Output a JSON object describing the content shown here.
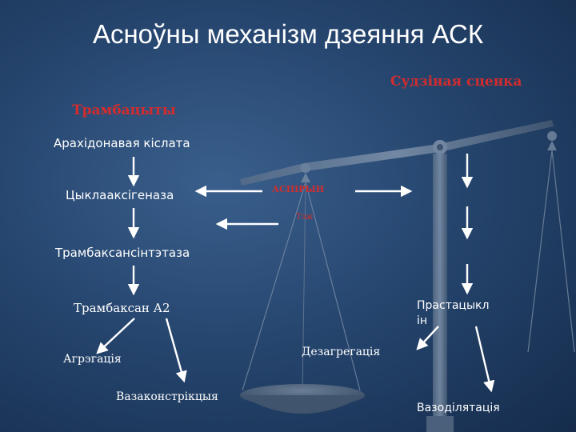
{
  "slide": {
    "title": "Асноўны механізм дзеяння АСК",
    "left_header": "Трамбацыты",
    "right_header": "Судзіная сценка",
    "aspirin": "АСПІРЫН",
    "aspirin_note": "Тэж",
    "nodes": {
      "arachidonic_acid": "Арахідонавая кіслата",
      "cyclooxygenase": "Цыклааксігеназа",
      "thromboxane_synthase": "Трамбаксансінтэтаза",
      "thromboxane_a2": "Трамбаксан А2",
      "aggregation": "Агрэгація",
      "vasoconstriction": "Вазаконстрікцыя",
      "disaggregation": "Дезагрегація",
      "prostacyclin_line1": "Прастацыкл",
      "prostacyclin_line2": "ін",
      "vasodilation": "Вазоділятація"
    }
  },
  "colors": {
    "background": "#26466f",
    "text": "#ffffff",
    "accent_red": "#d42c2c",
    "scales": "#6b7f96"
  },
  "icons": [
    "balance-scales-icon"
  ]
}
